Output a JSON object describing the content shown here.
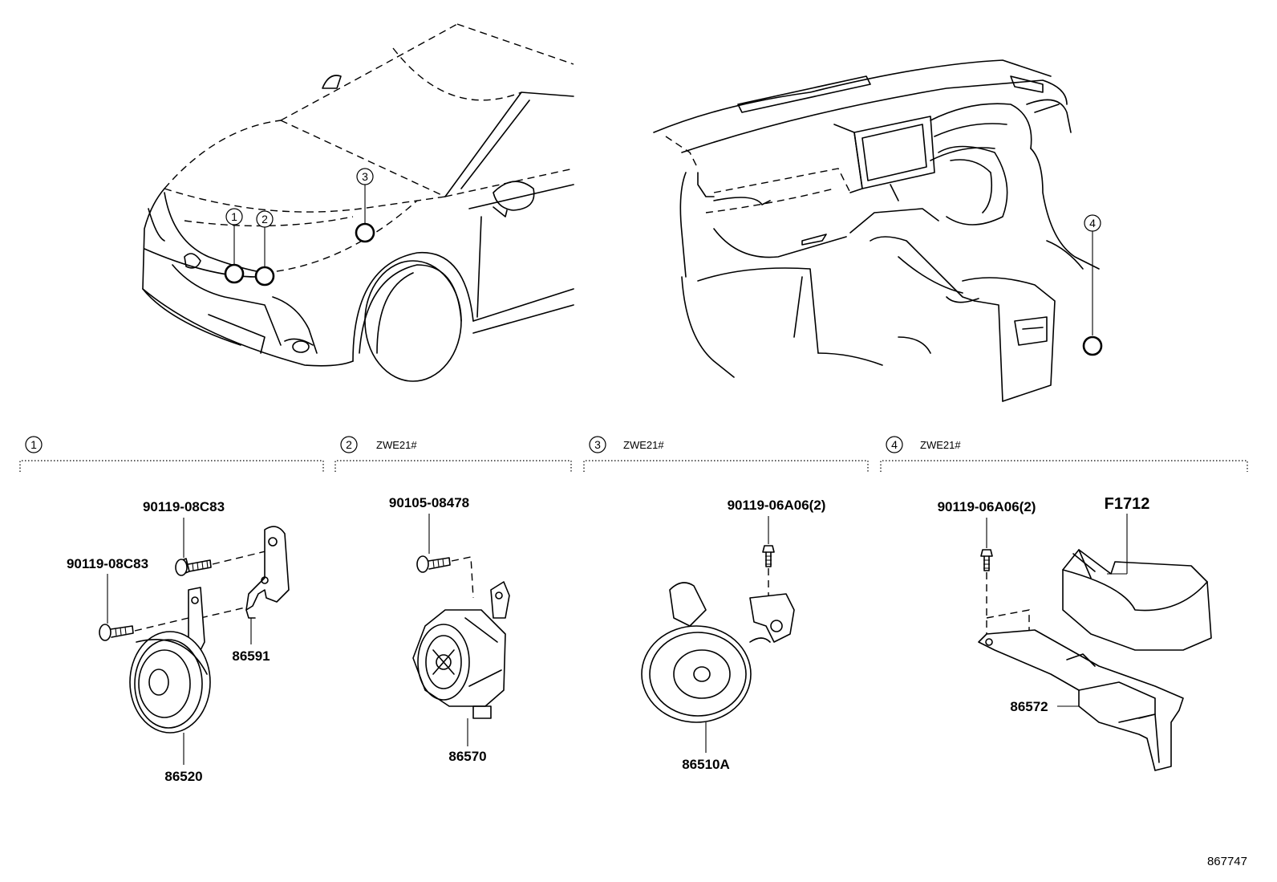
{
  "overview": {
    "callouts": [
      "1",
      "2",
      "3",
      "4"
    ]
  },
  "sections": [
    {
      "num": "1",
      "code": ""
    },
    {
      "num": "2",
      "code": "ZWE21#"
    },
    {
      "num": "3",
      "code": "ZWE21#"
    },
    {
      "num": "4",
      "code": "ZWE21#"
    }
  ],
  "parts": {
    "s1_bolt_upper": "90119-08C83",
    "s1_bolt_lower": "90119-08C83",
    "s1_bracket": "86591",
    "s1_horn": "86520",
    "s2_bolt": "90105-08478",
    "s2_horn": "86570",
    "s3_screw": "90119-06A06(2)",
    "s3_horn": "86510A",
    "s4_screw": "90119-06A06(2)",
    "s4_cover": "F1712",
    "s4_bracket": "86572"
  },
  "illustration_id": "867747"
}
